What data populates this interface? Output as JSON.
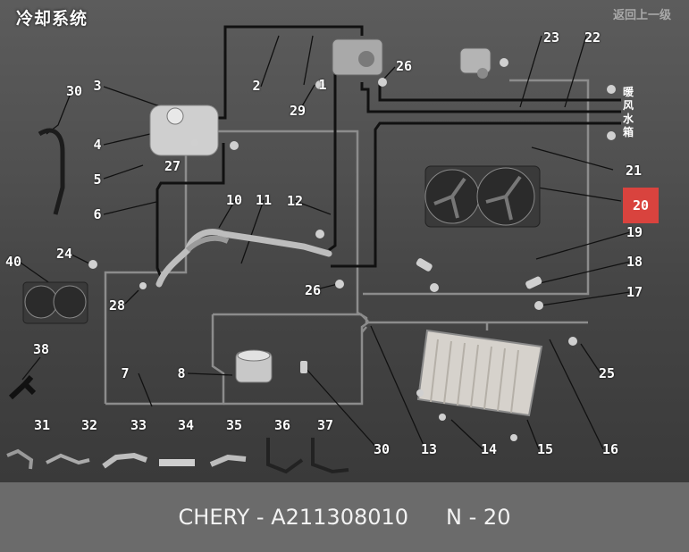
{
  "header": {
    "title": "冷却系统",
    "back_label": "返回上一级"
  },
  "side_label": "暖风水箱",
  "callouts": [
    "1",
    "2",
    "3",
    "4",
    "5",
    "6",
    "7",
    "8",
    "10",
    "11",
    "12",
    "13",
    "14",
    "15",
    "16",
    "17",
    "18",
    "19",
    "21",
    "22",
    "23",
    "24",
    "25",
    "26",
    "26",
    "27",
    "28",
    "29",
    "30",
    "30",
    "31",
    "32",
    "33",
    "34",
    "35",
    "36",
    "37",
    "38",
    "40"
  ],
  "highlight": {
    "label": "20",
    "color": "#d9433e"
  },
  "footer": {
    "part_label": "CHERY - A211308010",
    "position_label": "N - 20"
  }
}
